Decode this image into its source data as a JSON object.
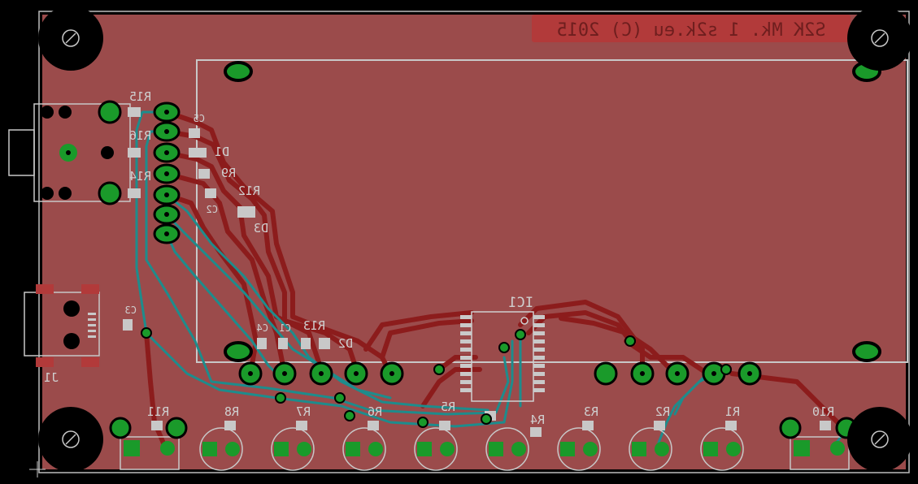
{
  "app": {
    "name": "PCB layout view"
  },
  "colors": {
    "background": "#000000",
    "copper_pour": "#9b4b4b",
    "top_trace": "#8c1c1c",
    "bottom_trace": "#1e8c8c",
    "pad": "#1a9a2a",
    "silkscreen": "#cfcfcf",
    "tstop": "#c23a3a"
  },
  "board": {
    "title": "S2K Mk. 1 s2k.eu (C) 2015"
  },
  "components": {
    "r15": "R15",
    "r16": "R16",
    "r14": "R14",
    "c5": "C5",
    "d1": "D1",
    "r9": "R9",
    "r12": "R12",
    "c2": "C2",
    "d3": "D3",
    "c3": "C3",
    "j1": "J1",
    "ic1": "IC1",
    "c4": "C4",
    "c1": "C1",
    "r13": "R13",
    "d2": "D2",
    "r11": "R11",
    "r8": "R8",
    "r7": "R7",
    "r6": "R6",
    "r5": "R5",
    "r4": "R4",
    "r3": "R3",
    "r2": "R2",
    "r1": "R1",
    "r10": "R10"
  },
  "mounting_holes": [
    "hole-top-left",
    "hole-top-right",
    "hole-bottom-left",
    "hole-bottom-right"
  ]
}
